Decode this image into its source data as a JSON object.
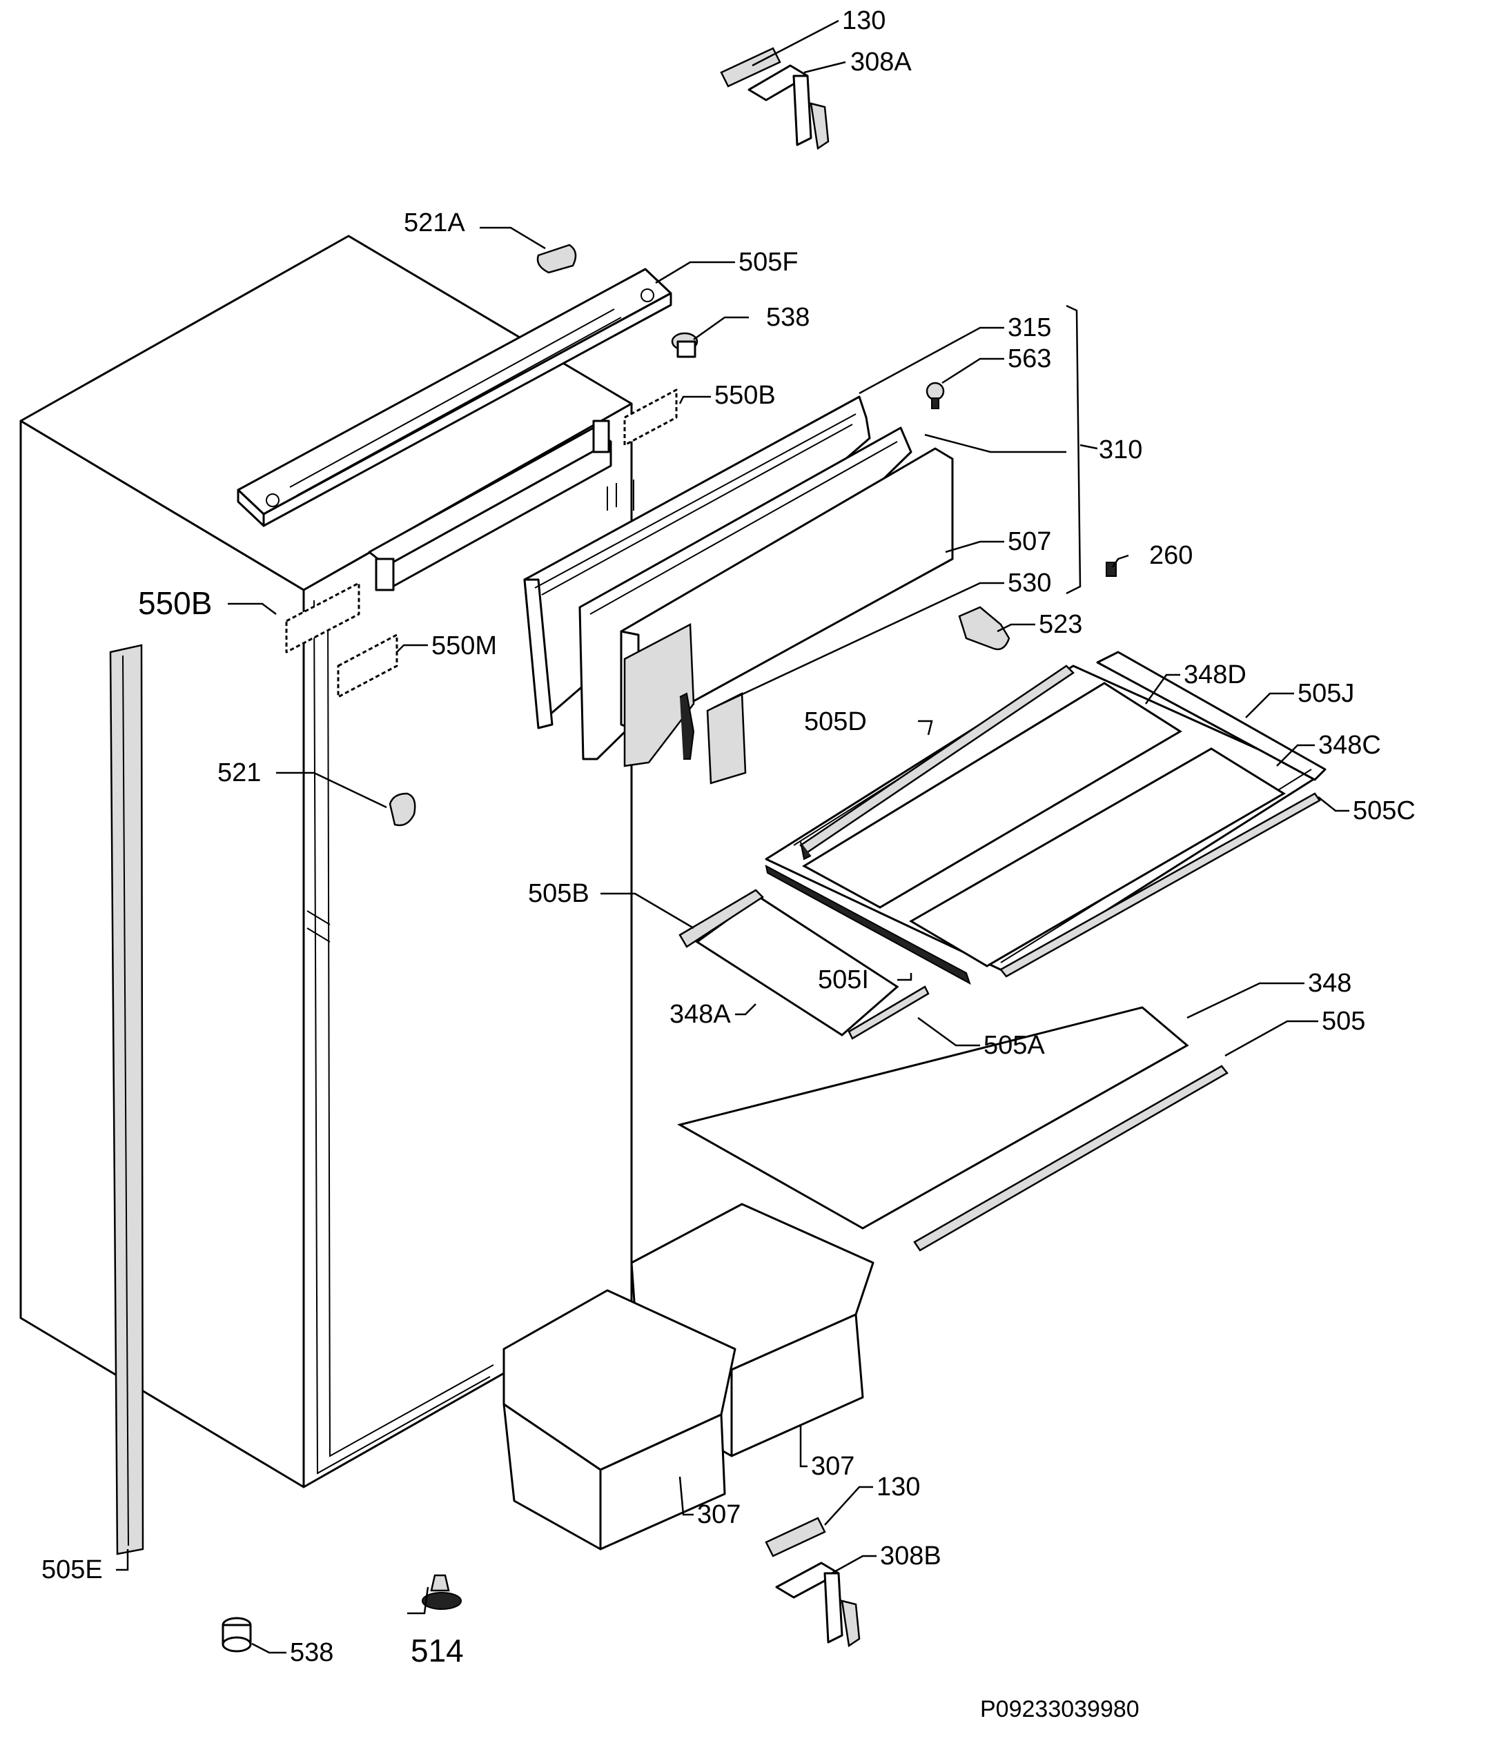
{
  "diagram": {
    "drawing_code": "P09233039980",
    "labels": [
      {
        "id": "l130a",
        "text": "130"
      },
      {
        "id": "l308a",
        "text": "308A"
      },
      {
        "id": "l521a",
        "text": "521A"
      },
      {
        "id": "l505f",
        "text": "505F"
      },
      {
        "id": "l538a",
        "text": "538"
      },
      {
        "id": "l315",
        "text": "315"
      },
      {
        "id": "l563",
        "text": "563"
      },
      {
        "id": "l550ba",
        "text": "550B"
      },
      {
        "id": "l310",
        "text": "310"
      },
      {
        "id": "l507",
        "text": "507"
      },
      {
        "id": "l260",
        "text": "260"
      },
      {
        "id": "l530",
        "text": "530"
      },
      {
        "id": "l550bb",
        "text": "550B"
      },
      {
        "id": "l550m",
        "text": "550M"
      },
      {
        "id": "l523",
        "text": "523"
      },
      {
        "id": "l348d",
        "text": "348D"
      },
      {
        "id": "l505j",
        "text": "505J"
      },
      {
        "id": "l505d",
        "text": "505D"
      },
      {
        "id": "l348c",
        "text": "348C"
      },
      {
        "id": "l521",
        "text": "521"
      },
      {
        "id": "l505c",
        "text": "505C"
      },
      {
        "id": "l505b",
        "text": "505B"
      },
      {
        "id": "l505i",
        "text": "505I"
      },
      {
        "id": "l348",
        "text": "348"
      },
      {
        "id": "l348a",
        "text": "348A"
      },
      {
        "id": "l505a",
        "text": "505A"
      },
      {
        "id": "l505",
        "text": "505"
      },
      {
        "id": "l307a",
        "text": "307"
      },
      {
        "id": "l307b",
        "text": "307"
      },
      {
        "id": "l130b",
        "text": "130"
      },
      {
        "id": "l308b",
        "text": "308B"
      },
      {
        "id": "l505e",
        "text": "505E"
      },
      {
        "id": "l514",
        "text": "514"
      },
      {
        "id": "l538b",
        "text": "538"
      }
    ]
  }
}
